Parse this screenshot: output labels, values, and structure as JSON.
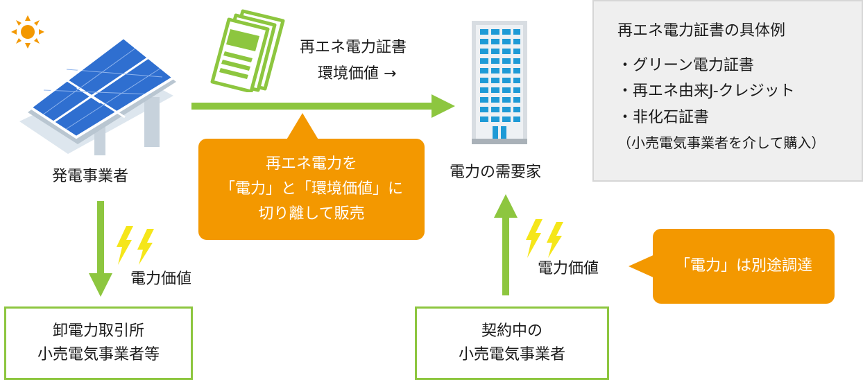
{
  "nodes": {
    "generator": "発電事業者",
    "consumer": "電力の需要家",
    "wholesale": [
      "卸電力取引所",
      "小売電気事業者等"
    ],
    "retailer": [
      "契約中の",
      "小売電気事業者"
    ]
  },
  "flows": {
    "certificate": "再エネ電力証書",
    "env_value": "環境価値 →",
    "power_value_left": "電力価値",
    "power_value_right": "電力価値"
  },
  "callouts": {
    "split": [
      "再エネ電力を",
      "「電力」と「環境価値」に",
      "切り離して販売"
    ],
    "separate": "「電力」は別途調達"
  },
  "examples": {
    "title": "再エネ電力証書の具体例",
    "items": [
      "・グリーン電力証書",
      "・再エネ由来J-クレジット",
      "・非化石証書"
    ],
    "note": "（小売電気事業者を介して購入）"
  },
  "colors": {
    "green": "#8dc63f",
    "orange": "#f39800",
    "yellow": "#f5e61a",
    "building_blue": "#1e9ad6"
  }
}
